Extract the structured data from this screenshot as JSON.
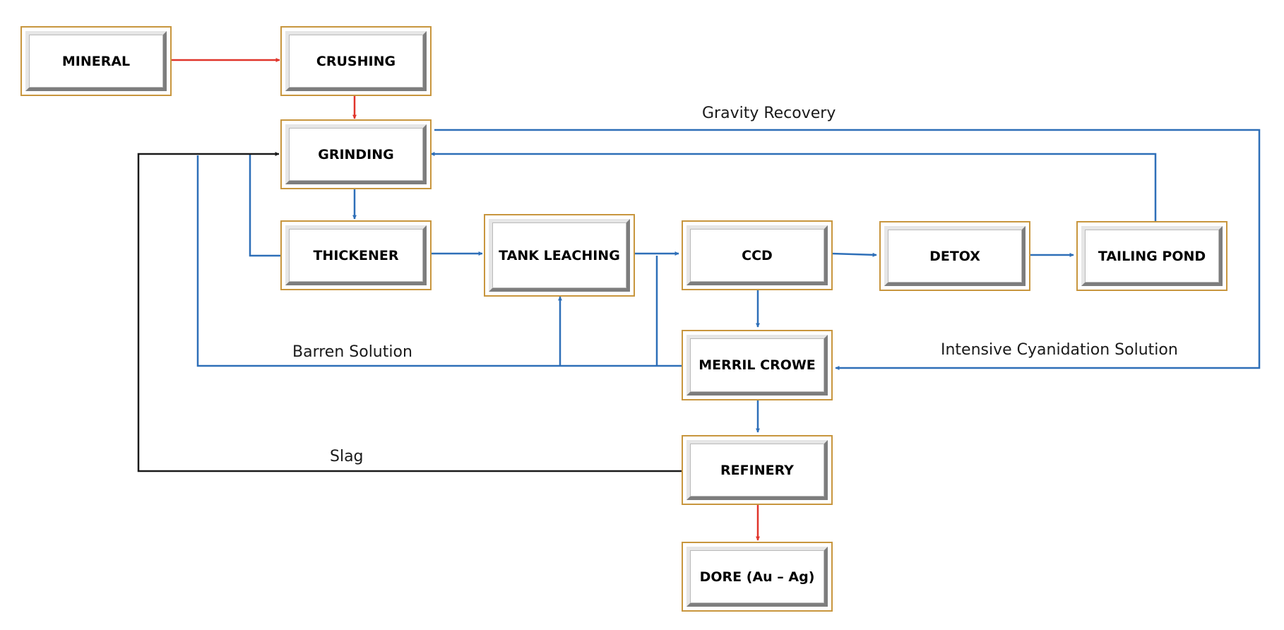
{
  "colors": {
    "node_border": "#c8963e",
    "flow_main": "#2e6fb8",
    "flow_feed": "#e0352b",
    "flow_slag": "#1a1a1a"
  },
  "nodes": {
    "mineral": "MINERAL",
    "crushing": "CRUSHING",
    "grinding": "GRINDING",
    "thickener": "THICKENER",
    "tank_leaching": "TANK LEACHING",
    "ccd": "CCD",
    "detox": "DETOX",
    "tailing_pond": "TAILING POND",
    "merril_crowe": "MERRIL CROWE",
    "refinery": "REFINERY",
    "dore": "DORE (Au – Ag)"
  },
  "flow_labels": {
    "gravity_recovery": "Gravity Recovery",
    "barren_solution": "Barren Solution",
    "intensive_cyanidation": "Intensive Cyanidation Solution",
    "slag": "Slag"
  }
}
